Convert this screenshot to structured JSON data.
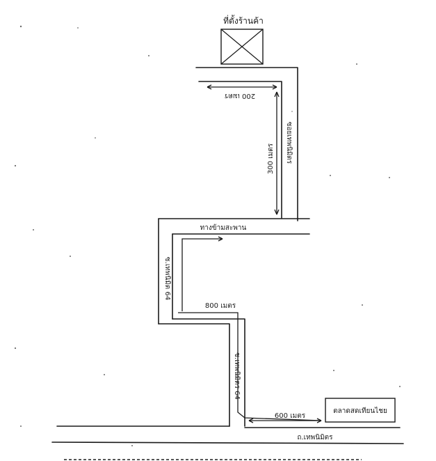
{
  "landmarks": {
    "site_label": "ที่ตั้งร้านค้า",
    "market_label": "ตลาดสดเทียนไชย"
  },
  "roads": {
    "main_road": "ถ.เทพนิมิตร",
    "soi_upper": "ซ.เทพนิมิต 64",
    "soi_lower": "ซ.เทพนิมิตร 64",
    "soi_top": "ซอยเทพนิมิตร"
  },
  "crossing_label": "ทางข้ามสะพาน",
  "distances": {
    "d_200": "200 เมตร",
    "d_300": "300 เมตร",
    "d_800": "800 เมตร",
    "d_600": "600 เมตร"
  }
}
